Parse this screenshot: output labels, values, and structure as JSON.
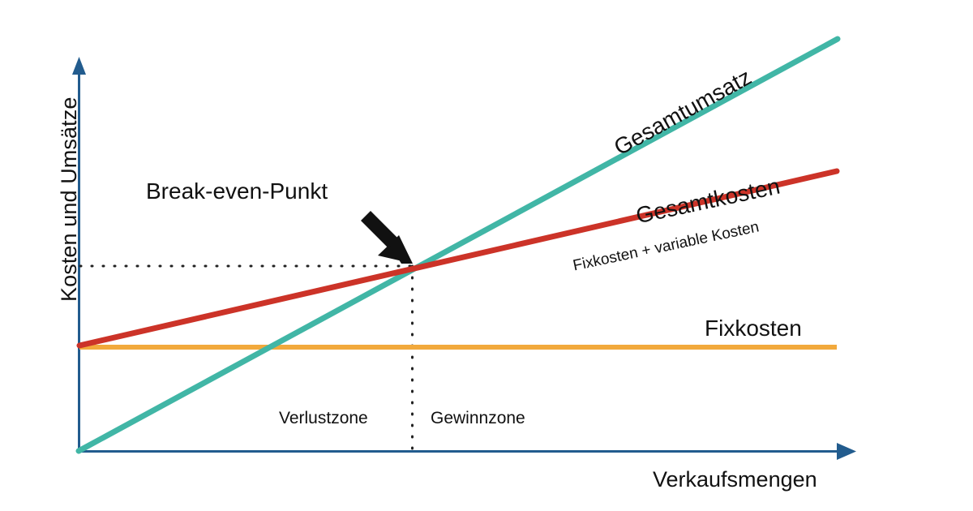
{
  "chart_data": {
    "type": "line",
    "title": "",
    "xlabel": "Verkaufsmengen",
    "ylabel": "Kosten und Umsätze",
    "grid": false,
    "legend_position": "inline-labels",
    "axes": {
      "x_axis_style": "arrow",
      "y_axis_style": "arrow",
      "x_ticks": [],
      "y_ticks": [],
      "x_range_label": "Verkaufsmengen",
      "y_range_label": "Kosten und Umsätze"
    },
    "x": [
      0,
      100
    ],
    "series": [
      {
        "name": "Gesamtumsatz",
        "color": "#41b6a6",
        "values": [
          0,
          100
        ],
        "description": "Gesamtumsatz steigt proportional zur Verkaufsmenge ab dem Ursprung"
      },
      {
        "name": "Gesamtkosten",
        "color": "#cc3328",
        "values": [
          20,
          63
        ],
        "sublabel": "Fixkosten + variable Kosten",
        "description": "Gesamtkosten starten bei den Fixkosten und steigen mit variablen Kosten"
      },
      {
        "name": "Fixkosten",
        "color": "#f2a93c",
        "values": [
          19.5,
          19.5
        ],
        "description": "Fixkosten bleiben über alle Verkaufsmengen konstant"
      }
    ],
    "annotations": [
      {
        "name": "Break-even-Punkt",
        "label": "Break-even-Punkt",
        "type": "arrow-callout",
        "x": 44,
        "y": 44,
        "description": "Schnittpunkt von Gesamtumsatz und Gesamtkosten"
      },
      {
        "name": "Verlustzone",
        "label": "Verlustzone",
        "type": "zone-label",
        "description": "Bereich links vom Break-even-Punkt"
      },
      {
        "name": "Gewinnzone",
        "label": "Gewinnzone",
        "type": "zone-label",
        "description": "Bereich rechts vom Break-even-Punkt"
      }
    ],
    "guides": [
      {
        "name": "break-even-horizontal",
        "type": "dotted-horizontal",
        "y": 44
      },
      {
        "name": "break-even-vertical",
        "type": "dotted-vertical",
        "x": 44
      }
    ]
  },
  "labels": {
    "y_axis": "Kosten und Umsätze",
    "x_axis": "Verkaufsmengen",
    "break_even": "Break-even-Punkt",
    "revenue_line": "Gesamtumsatz",
    "total_cost_line": "Gesamtkosten",
    "total_cost_sub": "Fixkosten + variable Kosten",
    "fixed_cost_line": "Fixkosten",
    "loss_zone": "Verlustzone",
    "profit_zone": "Gewinnzone"
  },
  "colors": {
    "axis": "#225c8e",
    "revenue": "#41b6a6",
    "total_cost": "#cc3328",
    "fixed_cost": "#f2a93c",
    "arrow": "#111111",
    "guide": "#222222",
    "background": "#ffffff",
    "text": "#111111"
  }
}
